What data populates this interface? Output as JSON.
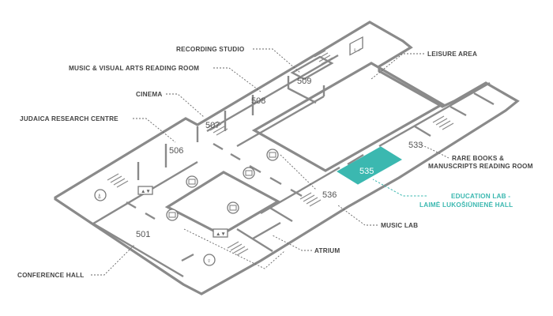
{
  "labels": {
    "recording_studio": "RECORDING STUDIO",
    "music_visual_arts": "MUSIC & VISUAL ARTS READING ROOM",
    "leisure_area": "LEISURE AREA",
    "cinema": "CINEMA",
    "judaica": "JUDAICA RESEARCH CENTRE",
    "rare_books_1": "RARE BOOKS &",
    "rare_books_2": "MANUSCRIPTS READING ROOM",
    "education_lab_1": "EDUCATION LAB -",
    "education_lab_2": "LAIMĖ LUKOŠIŪNIENĖ HALL",
    "music_lab": "MUSIC LAB",
    "atrium": "ATRIUM",
    "conference_hall": "CONFERENCE HALL"
  },
  "rooms": {
    "r501": "501",
    "r506": "506",
    "r507": "507",
    "r508": "508",
    "r509": "509",
    "r533": "533",
    "r535": "535",
    "r536": "536"
  },
  "icons": {
    "restroom": "restroom-icon",
    "elevator": "elevator-icon",
    "library": "library-icon",
    "accessible": "accessible-icon"
  },
  "colors": {
    "highlight": "#3bb8b0",
    "walls": "#8a8a8a",
    "text": "#444444"
  }
}
